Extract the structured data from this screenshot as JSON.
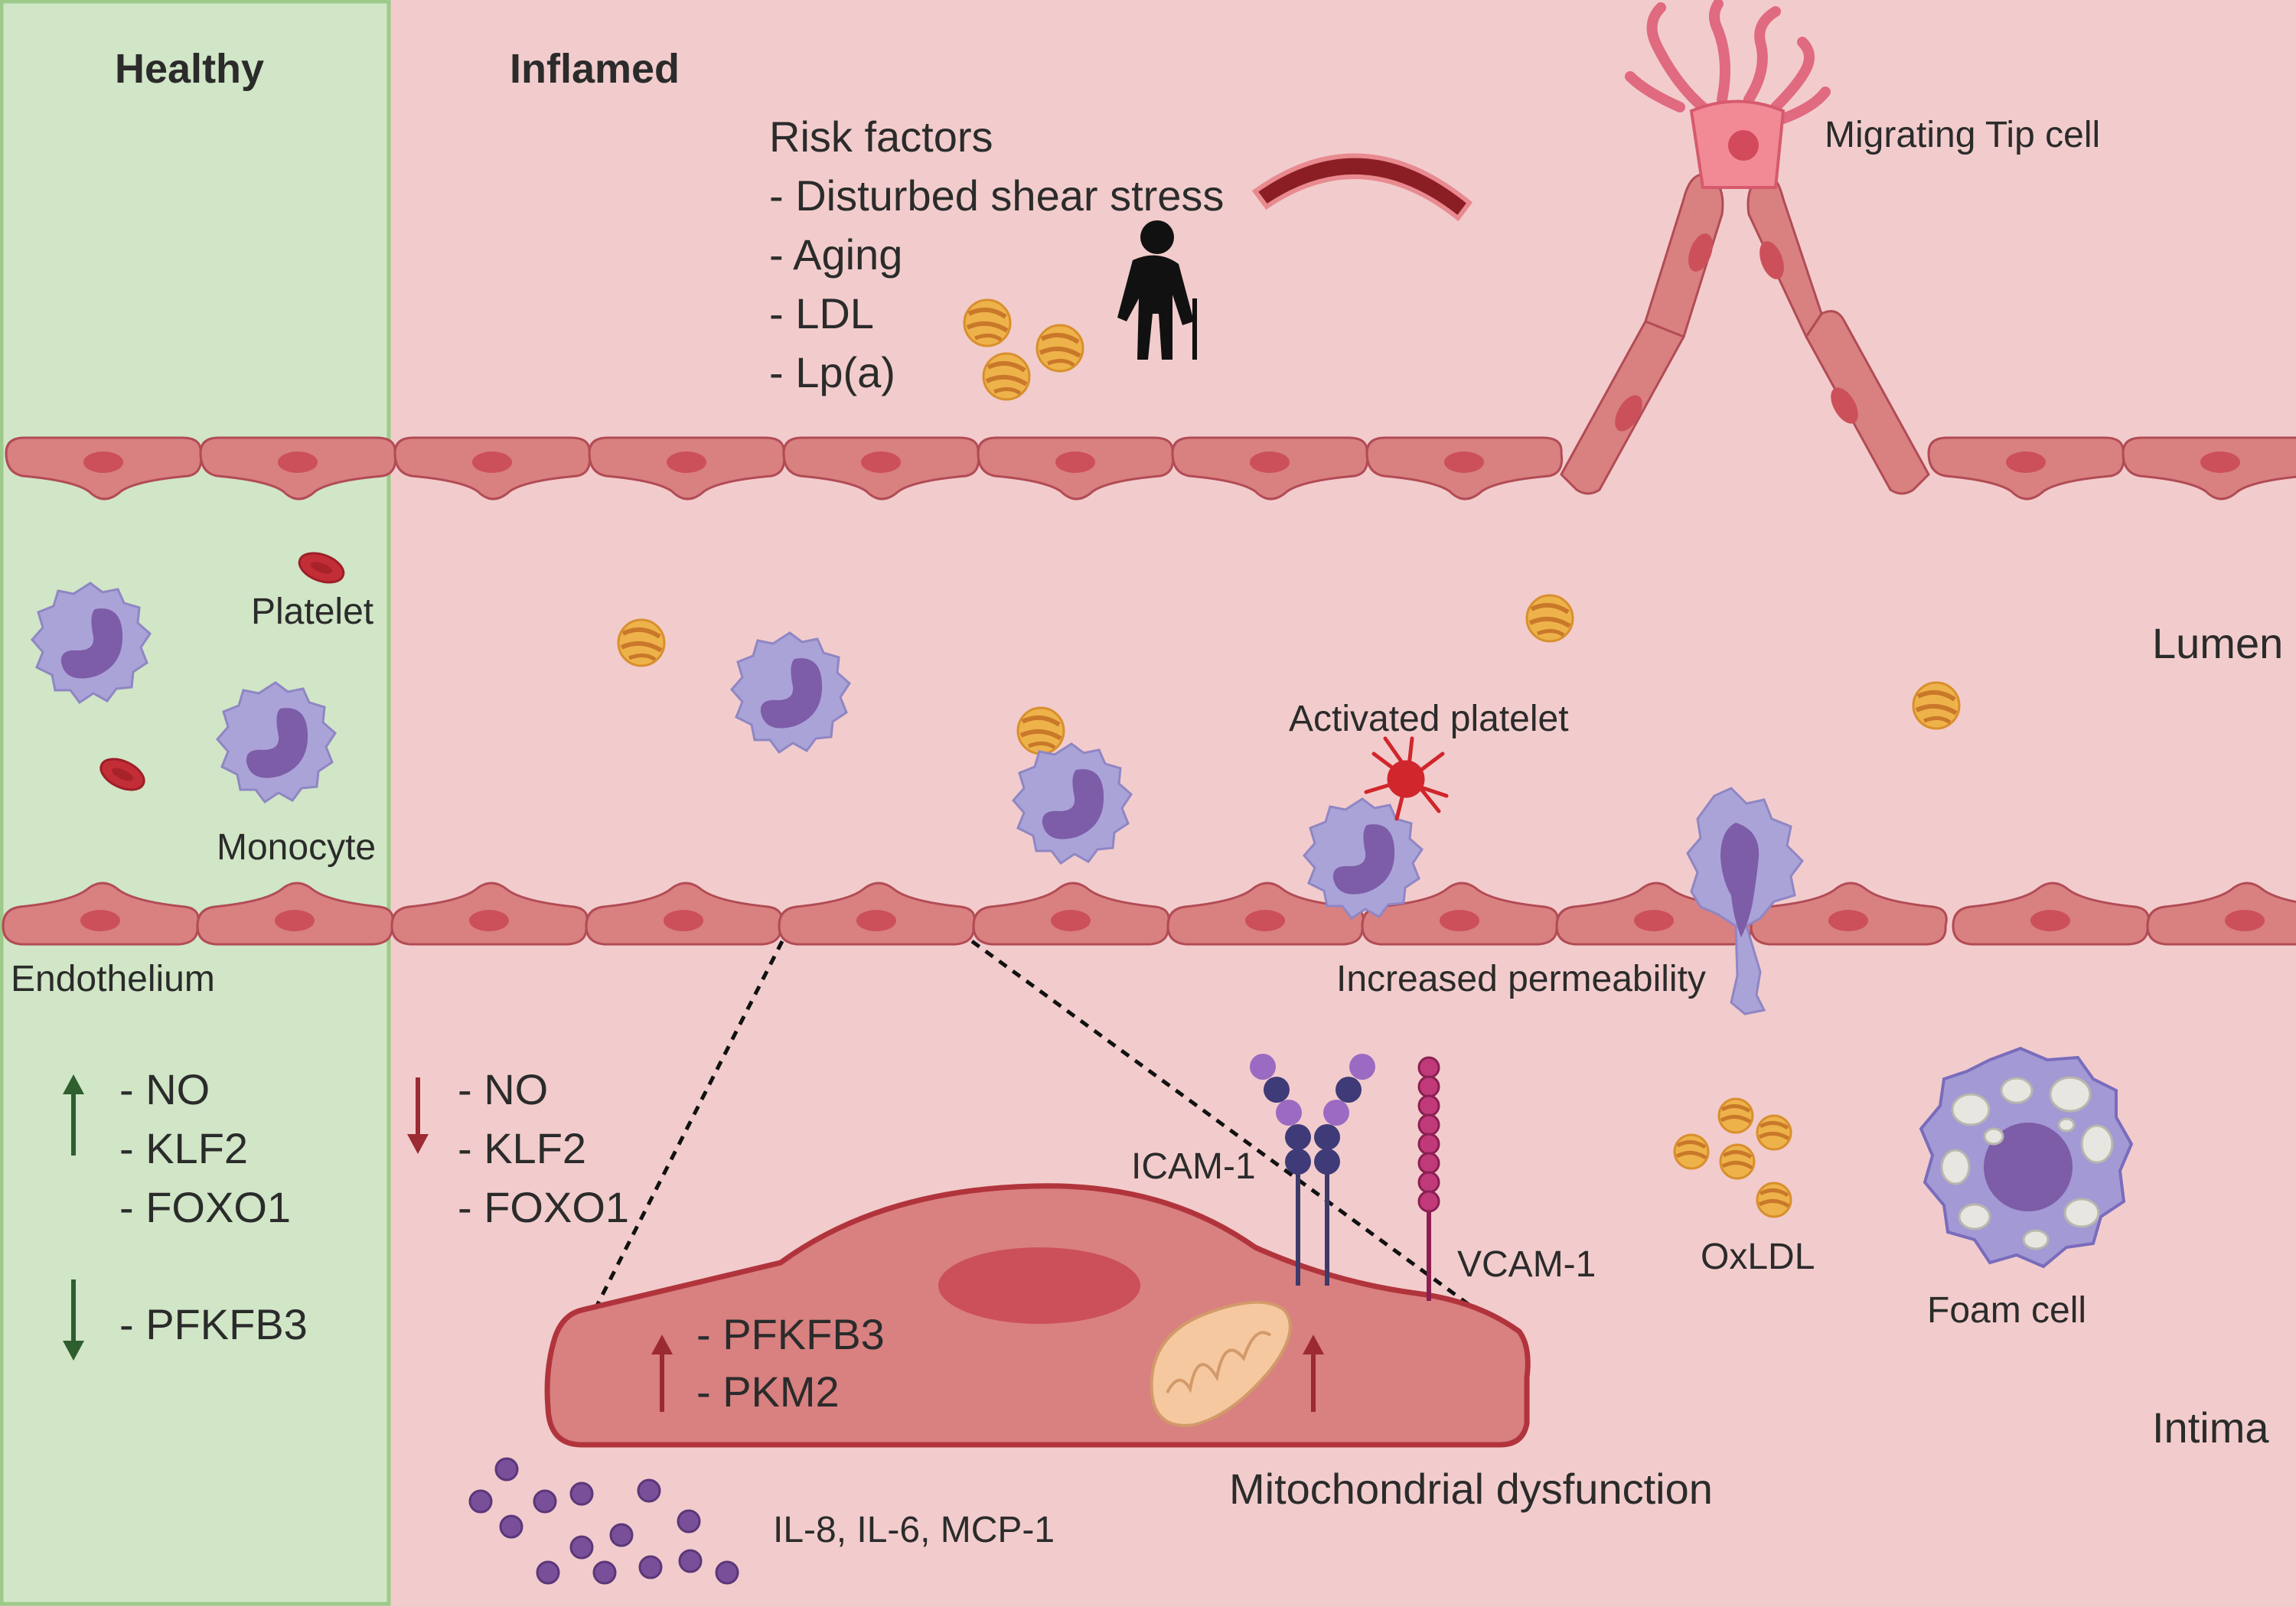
{
  "panels": {
    "healthy": "Healthy",
    "inflamed": "Inflamed"
  },
  "risk_factors": {
    "title": "Risk factors",
    "items": [
      "- Disturbed shear stress",
      "- Aging",
      "- LDL",
      "- Lp(a)"
    ]
  },
  "labels": {
    "tip_cell": "Migrating Tip cell",
    "platelet": "Platelet",
    "monocyte": "Monocyte",
    "endothelium": "Endothelium",
    "lumen": "Lumen",
    "intima": "Intima",
    "activated_platelet": "Activated platelet",
    "permeability": "Increased permeability",
    "icam": "ICAM-1",
    "vcam": "VCAM-1",
    "oxldl": "OxLDL",
    "foam_cell": "Foam cell",
    "mito": "Mitochondrial dysfunction",
    "cytokines": "IL-8, IL-6, MCP-1"
  },
  "healthy_markers": {
    "up": [
      "- NO",
      "- KLF2",
      "- FOXO1"
    ],
    "down": [
      "- PFKFB3"
    ]
  },
  "inflamed_markers": {
    "down": [
      "- NO",
      "- KLF2",
      "- FOXO1"
    ]
  },
  "cell_markers": {
    "up": [
      "- PFKFB3",
      "- PKM2"
    ]
  },
  "colors": {
    "healthy_bg": "#d0e6c6",
    "inflamed_bg": "#f2cccc",
    "endothelial": "#d98080",
    "nucleus": "#cc5059",
    "up_green": "#2f5e2f",
    "arrow_red": "#9b2a33",
    "monocyte": "#a9a2d6",
    "ldl": "#e8a63a",
    "cytokine": "#7a4f9a"
  }
}
